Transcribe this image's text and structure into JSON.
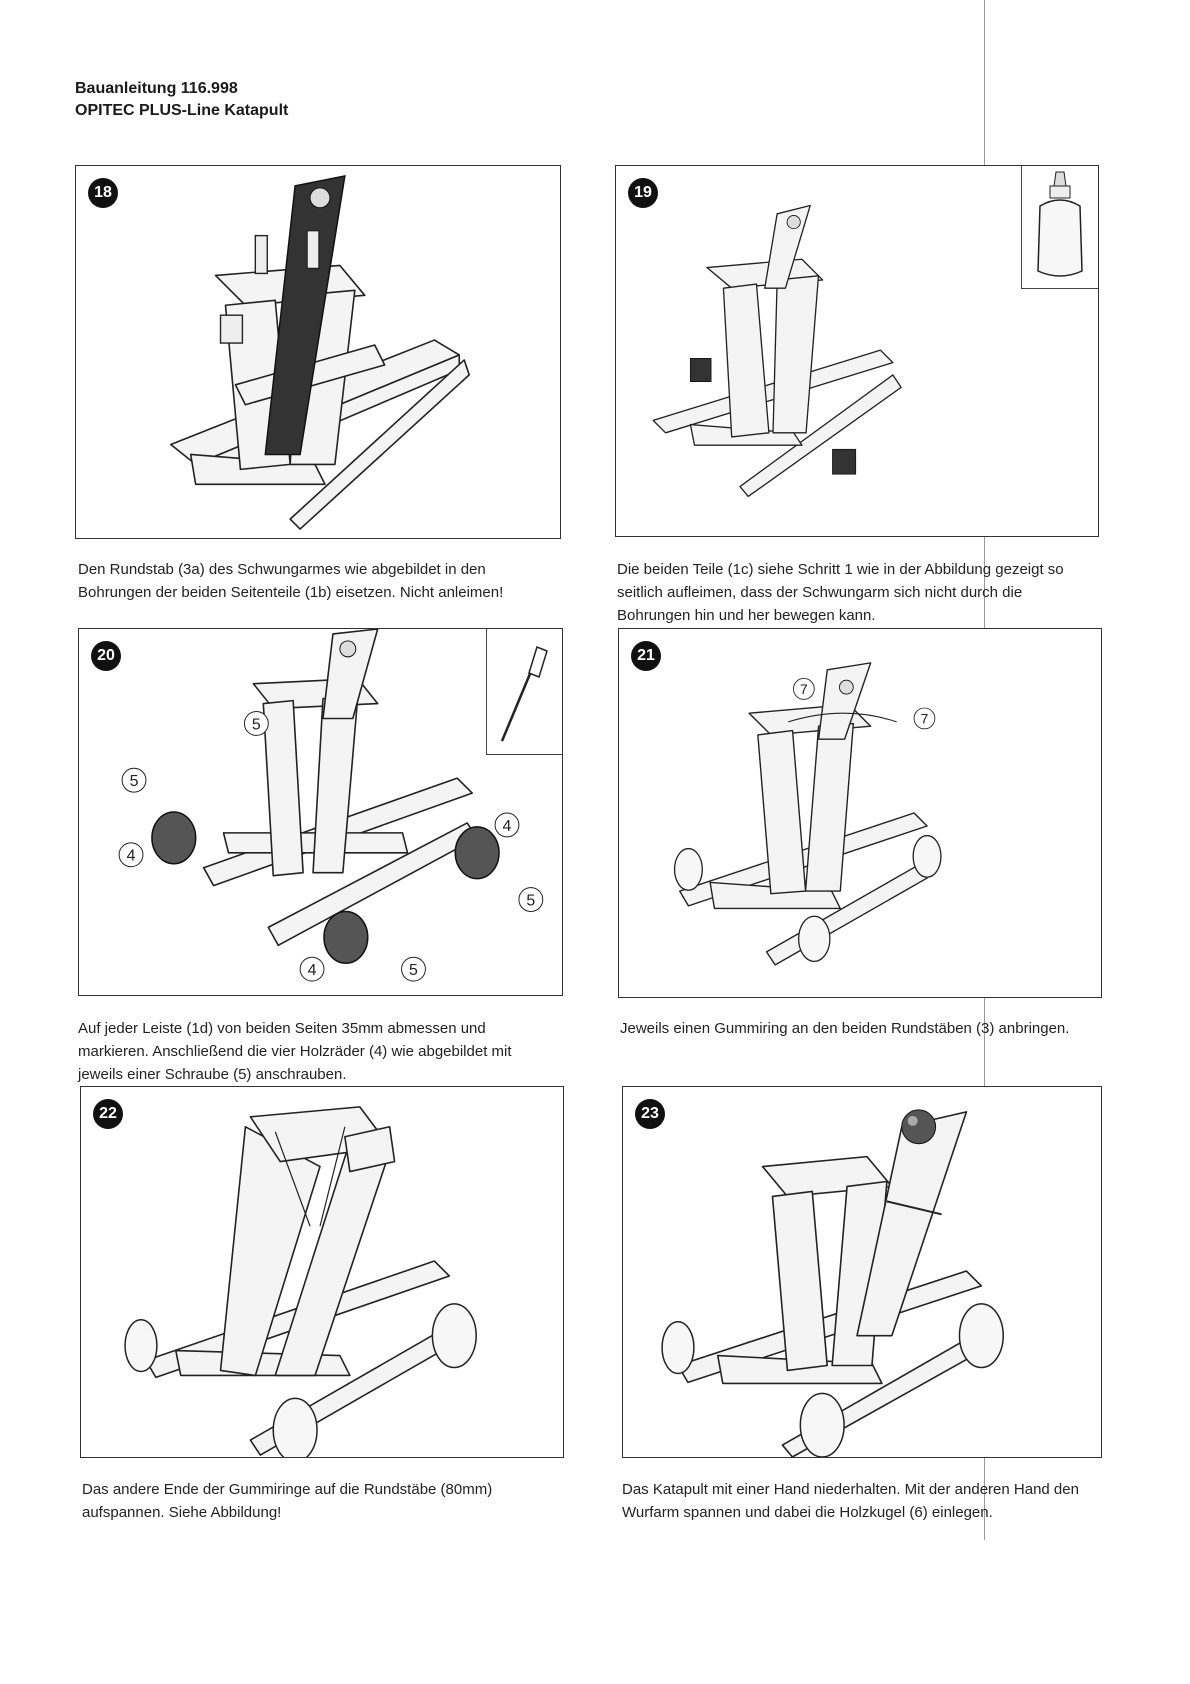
{
  "header": {
    "line1": "Bauanleitung 116.998",
    "line2": "OPITEC PLUS-Line Katapult"
  },
  "steps": [
    {
      "number": "18",
      "caption": "Den Rundstab (3a) des Schwungarmes wie abgebildet in den Bohrungen der beiden Seitenteile (1b) eisetzen. Nicht anleimen!"
    },
    {
      "number": "19",
      "caption": "Die beiden Teile (1c) siehe Schritt 1 wie in der Abbildung gezeigt so seitlich aufleimen, dass der Schwungarm sich nicht durch die Bohrungen hin und her bewegen kann."
    },
    {
      "number": "20",
      "caption": "Auf jeder Leiste (1d) von beiden Seiten 35mm abmessen und markieren. Anschließend die vier Holzräder (4) wie abgebildet mit jeweils einer Schraube (5) anschrauben."
    },
    {
      "number": "21",
      "caption": "Jeweils einen Gummiring an den beiden Rundstäben (3) anbringen."
    },
    {
      "number": "22",
      "caption": "Das andere Ende der Gummiringe auf die Rundstäbe (80mm) aufspannen. Siehe Abbildung!"
    },
    {
      "number": "23",
      "caption": "Das Katapult mit einer Hand niederhalten. Mit der anderen Hand den Wurfarm spannen und dabei die Holzkugel (6) einlegen."
    }
  ],
  "callouts": {
    "step20": [
      "5",
      "5",
      "4",
      "4",
      "5",
      "4",
      "5"
    ],
    "step21": [
      "7",
      "7"
    ]
  },
  "icons": {
    "step19_inset": "glue-bottle-icon",
    "step20_inset": "screwdriver-icon"
  }
}
